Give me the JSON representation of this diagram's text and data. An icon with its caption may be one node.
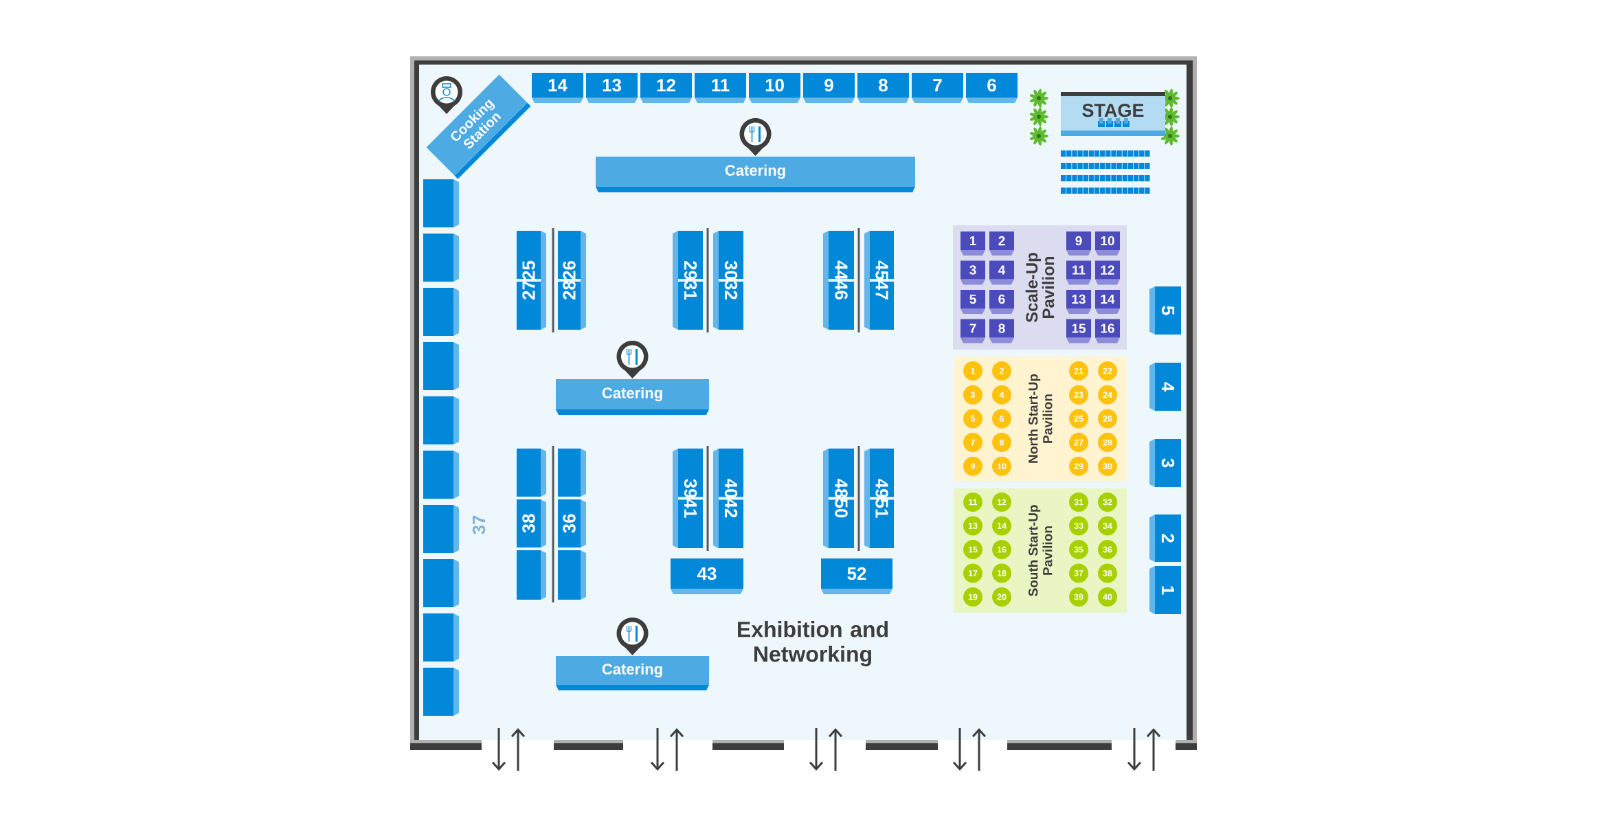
{
  "diagram": {
    "nodes": [
      {
        "text": [
          "Cooking Station"
        ]
      },
      {
        "text": [
          "14"
        ]
      },
      {
        "text": [
          "13"
        ]
      },
      {
        "text": [
          "12"
        ]
      },
      {
        "text": [
          "11"
        ]
      },
      {
        "text": [
          "10"
        ]
      },
      {
        "text": [
          "9"
        ]
      },
      {
        "text": [
          "8"
        ]
      },
      {
        "text": [
          "7"
        ]
      },
      {
        "text": [
          "6"
        ]
      },
      {
        "text": [
          "STAGE"
        ]
      },
      {
        "text": [
          "Catering"
        ]
      },
      {
        "text": [],
        "shape": "box"
      },
      {
        "text": [],
        "shape": "box"
      },
      {
        "text": [],
        "shape": "box"
      },
      {
        "text": [],
        "shape": "box"
      },
      {
        "text": [],
        "shape": "box"
      },
      {
        "text": [],
        "shape": "box"
      },
      {
        "text": [],
        "shape": "box"
      },
      {
        "text": [],
        "shape": "box"
      },
      {
        "text": [],
        "shape": "box"
      },
      {
        "text": [],
        "shape": "box"
      },
      {
        "text": [
          "2725"
        ]
      },
      {
        "text": [
          "2826"
        ]
      },
      {
        "text": [
          "2931"
        ]
      },
      {
        "text": [
          "3032"
        ]
      },
      {
        "text": [
          "4446"
        ]
      },
      {
        "text": [
          "4547"
        ]
      },
      {
        "text": [
          "Catering"
        ]
      },
      {
        "text": [],
        "shape": "box"
      },
      {
        "text": [
          "38"
        ]
      },
      {
        "text": [],
        "shape": "box"
      },
      {
        "text": [],
        "shape": "box"
      },
      {
        "text": [
          "36"
        ]
      },
      {
        "text": [],
        "shape": "box"
      },
      {
        "text": [
          "3941"
        ]
      },
      {
        "text": [
          "4042"
        ]
      },
      {
        "text": [
          "4850"
        ]
      },
      {
        "text": [
          "4951"
        ]
      },
      {
        "text": [
          "43"
        ]
      },
      {
        "text": [
          "52"
        ]
      },
      {
        "text": [
          "Catering"
        ]
      },
      {
        "text": [
          "Scale-Up Pavilion"
        ]
      },
      {
        "text": [
          "1"
        ],
        "in": 42
      },
      {
        "text": [
          "2"
        ],
        "in": 42
      },
      {
        "text": [
          "9"
        ],
        "in": 42
      },
      {
        "text": [
          "10"
        ],
        "in": 42
      },
      {
        "text": [
          "3"
        ],
        "in": 42
      },
      {
        "text": [
          "4"
        ],
        "in": 42
      },
      {
        "text": [
          "11"
        ],
        "in": 42
      },
      {
        "text": [
          "12"
        ],
        "in": 42
      },
      {
        "text": [
          "5"
        ],
        "in": 42
      },
      {
        "text": [
          "6"
        ],
        "in": 42
      },
      {
        "text": [
          "13"
        ],
        "in": 42
      },
      {
        "text": [
          "14"
        ],
        "in": 42
      },
      {
        "text": [
          "7"
        ],
        "in": 42
      },
      {
        "text": [
          "8"
        ],
        "in": 42
      },
      {
        "text": [
          "15"
        ],
        "in": 42
      },
      {
        "text": [
          "16"
        ],
        "in": 42
      },
      {
        "text": [
          "North Start-Up Pavilion"
        ]
      },
      {
        "text": [
          "1"
        ],
        "in": 59
      },
      {
        "text": [
          "2"
        ],
        "in": 59
      },
      {
        "text": [
          "21"
        ],
        "in": 59
      },
      {
        "text": [
          "22"
        ],
        "in": 59
      },
      {
        "text": [
          "3"
        ],
        "in": 59
      },
      {
        "text": [
          "4"
        ],
        "in": 59
      },
      {
        "text": [
          "23"
        ],
        "in": 59
      },
      {
        "text": [
          "24"
        ],
        "in": 59
      },
      {
        "text": [
          "5"
        ],
        "in": 59
      },
      {
        "text": [
          "6"
        ],
        "in": 59
      },
      {
        "text": [
          "25"
        ],
        "in": 59
      },
      {
        "text": [
          "26"
        ],
        "in": 59
      },
      {
        "text": [
          "7"
        ],
        "in": 59
      },
      {
        "text": [
          "8"
        ],
        "in": 59
      },
      {
        "text": [
          "27"
        ],
        "in": 59
      },
      {
        "text": [
          "28"
        ],
        "in": 59
      },
      {
        "text": [
          "9"
        ],
        "in": 59
      },
      {
        "text": [
          "10"
        ],
        "in": 59
      },
      {
        "text": [
          "29"
        ],
        "in": 59
      },
      {
        "text": [
          "30"
        ],
        "in": 59
      },
      {
        "text": [
          "South Start-Up Pavilion"
        ]
      },
      {
        "text": [
          "11"
        ],
        "in": 80
      },
      {
        "text": [
          "12"
        ],
        "in": 80
      },
      {
        "text": [
          "31"
        ],
        "in": 80
      },
      {
        "text": [
          "32"
        ],
        "in": 80
      },
      {
        "text": [
          "13"
        ],
        "in": 80
      },
      {
        "text": [
          "14"
        ],
        "in": 80
      },
      {
        "text": [
          "33"
        ],
        "in": 80
      },
      {
        "text": [
          "34"
        ],
        "in": 80
      },
      {
        "text": [
          "15"
        ],
        "in": 80
      },
      {
        "text": [
          "16"
        ],
        "in": 80
      },
      {
        "text": [
          "35"
        ],
        "in": 80
      },
      {
        "text": [
          "36"
        ],
        "in": 80
      },
      {
        "text": [
          "17"
        ],
        "in": 80
      },
      {
        "text": [
          "18"
        ],
        "in": 80
      },
      {
        "text": [
          "37"
        ],
        "in": 80
      },
      {
        "text": [
          "38"
        ],
        "in": 80
      },
      {
        "text": [
          "19"
        ],
        "in": 80
      },
      {
        "text": [
          "20"
        ],
        "in": 80
      },
      {
        "text": [
          "39"
        ],
        "in": 80
      },
      {
        "text": [
          "40"
        ],
        "in": 80
      },
      {
        "text": [
          "5"
        ]
      },
      {
        "text": [
          "4"
        ]
      },
      {
        "text": [
          "3"
        ]
      },
      {
        "text": [
          "2"
        ]
      },
      {
        "text": [
          "1"
        ]
      }
    ],
    "labels": [
      "37",
      "Exhibition and Networking"
    ]
  }
}
